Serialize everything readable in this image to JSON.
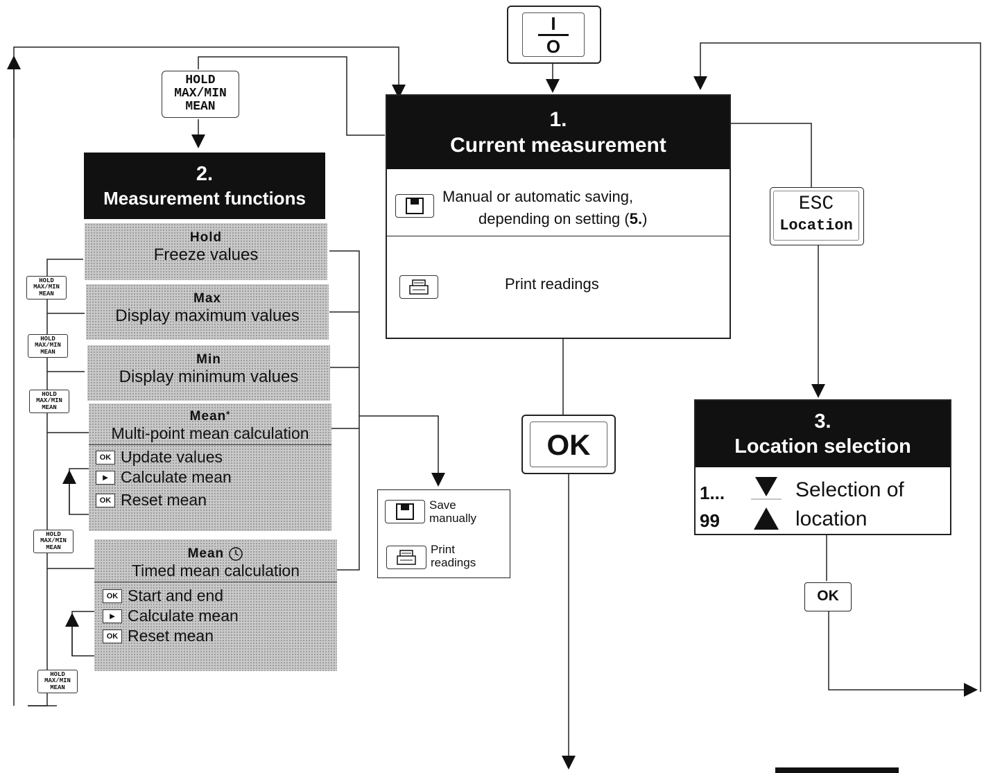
{
  "power_key": {
    "top": "I",
    "bottom": "O"
  },
  "hold_key": {
    "line1": "HOLD",
    "line2": "MAX/MIN",
    "line3": "MEAN"
  },
  "current_measurement": {
    "number": "1.",
    "title": "Current measurement",
    "save_text_line1": "Manual or automatic saving,",
    "save_text_line2_prefix": "depending on setting (",
    "save_text_line2_ref": "5.",
    "save_text_line2_suffix": ")",
    "print_text": "Print readings"
  },
  "measurement_functions": {
    "number": "2.",
    "title": "Measurement functions",
    "hold": {
      "caption": "Hold",
      "desc": "Freeze values"
    },
    "max": {
      "caption": "Max",
      "desc": "Display maximum values"
    },
    "min": {
      "caption": "Min",
      "desc": "Display minimum values"
    },
    "mean_point": {
      "caption": "Mean",
      "asterisk": "*",
      "desc": "Multi-point mean calculation",
      "rows": [
        {
          "key": "OK",
          "text": "Update values"
        },
        {
          "key": "►",
          "text": "Calculate mean"
        },
        {
          "key": "OK",
          "text": "Reset mean"
        }
      ]
    },
    "mean_timed": {
      "caption": "Mean",
      "desc": "Timed mean calculation",
      "rows": [
        {
          "key": "OK",
          "text": "Start and end"
        },
        {
          "key": "►",
          "text": "Calculate mean"
        },
        {
          "key": "OK",
          "text": "Reset mean"
        }
      ]
    }
  },
  "side_panel": {
    "save_line1": "Save",
    "save_line2": "manually",
    "print_line1": "Print",
    "print_line2": "readings"
  },
  "ok_big": "OK",
  "esc_key": {
    "line1": "ESC",
    "line2": "Location"
  },
  "location_selection": {
    "number": "3.",
    "title": "Location selection",
    "range_start": "1...",
    "range_end": "99",
    "desc_line1": "Selection of",
    "desc_line2": "location"
  },
  "ok_small": "OK"
}
